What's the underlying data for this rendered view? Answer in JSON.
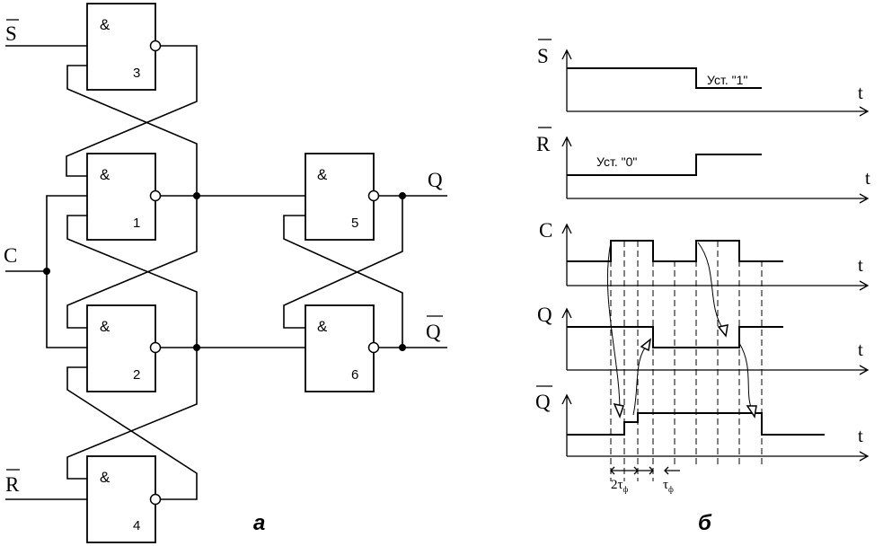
{
  "schematic": {
    "caption": "а",
    "gate_symbol": "&",
    "gates": [
      "3",
      "1",
      "2",
      "4",
      "5",
      "6"
    ],
    "inputs": {
      "s": "S",
      "c": "C",
      "r": "R"
    },
    "outputs": {
      "q": "Q",
      "qbar": "Q"
    }
  },
  "timing": {
    "caption": "б",
    "signals": {
      "s": "S",
      "r": "R",
      "c": "C",
      "q": "Q",
      "qbar": "Q"
    },
    "time_label": "t",
    "notes": {
      "set_one": "Уст. \"1\"",
      "set_zero": "Уст. \"0\""
    },
    "tau_two": "2τ",
    "tau_one": "τ",
    "tau_sub": "ф"
  }
}
